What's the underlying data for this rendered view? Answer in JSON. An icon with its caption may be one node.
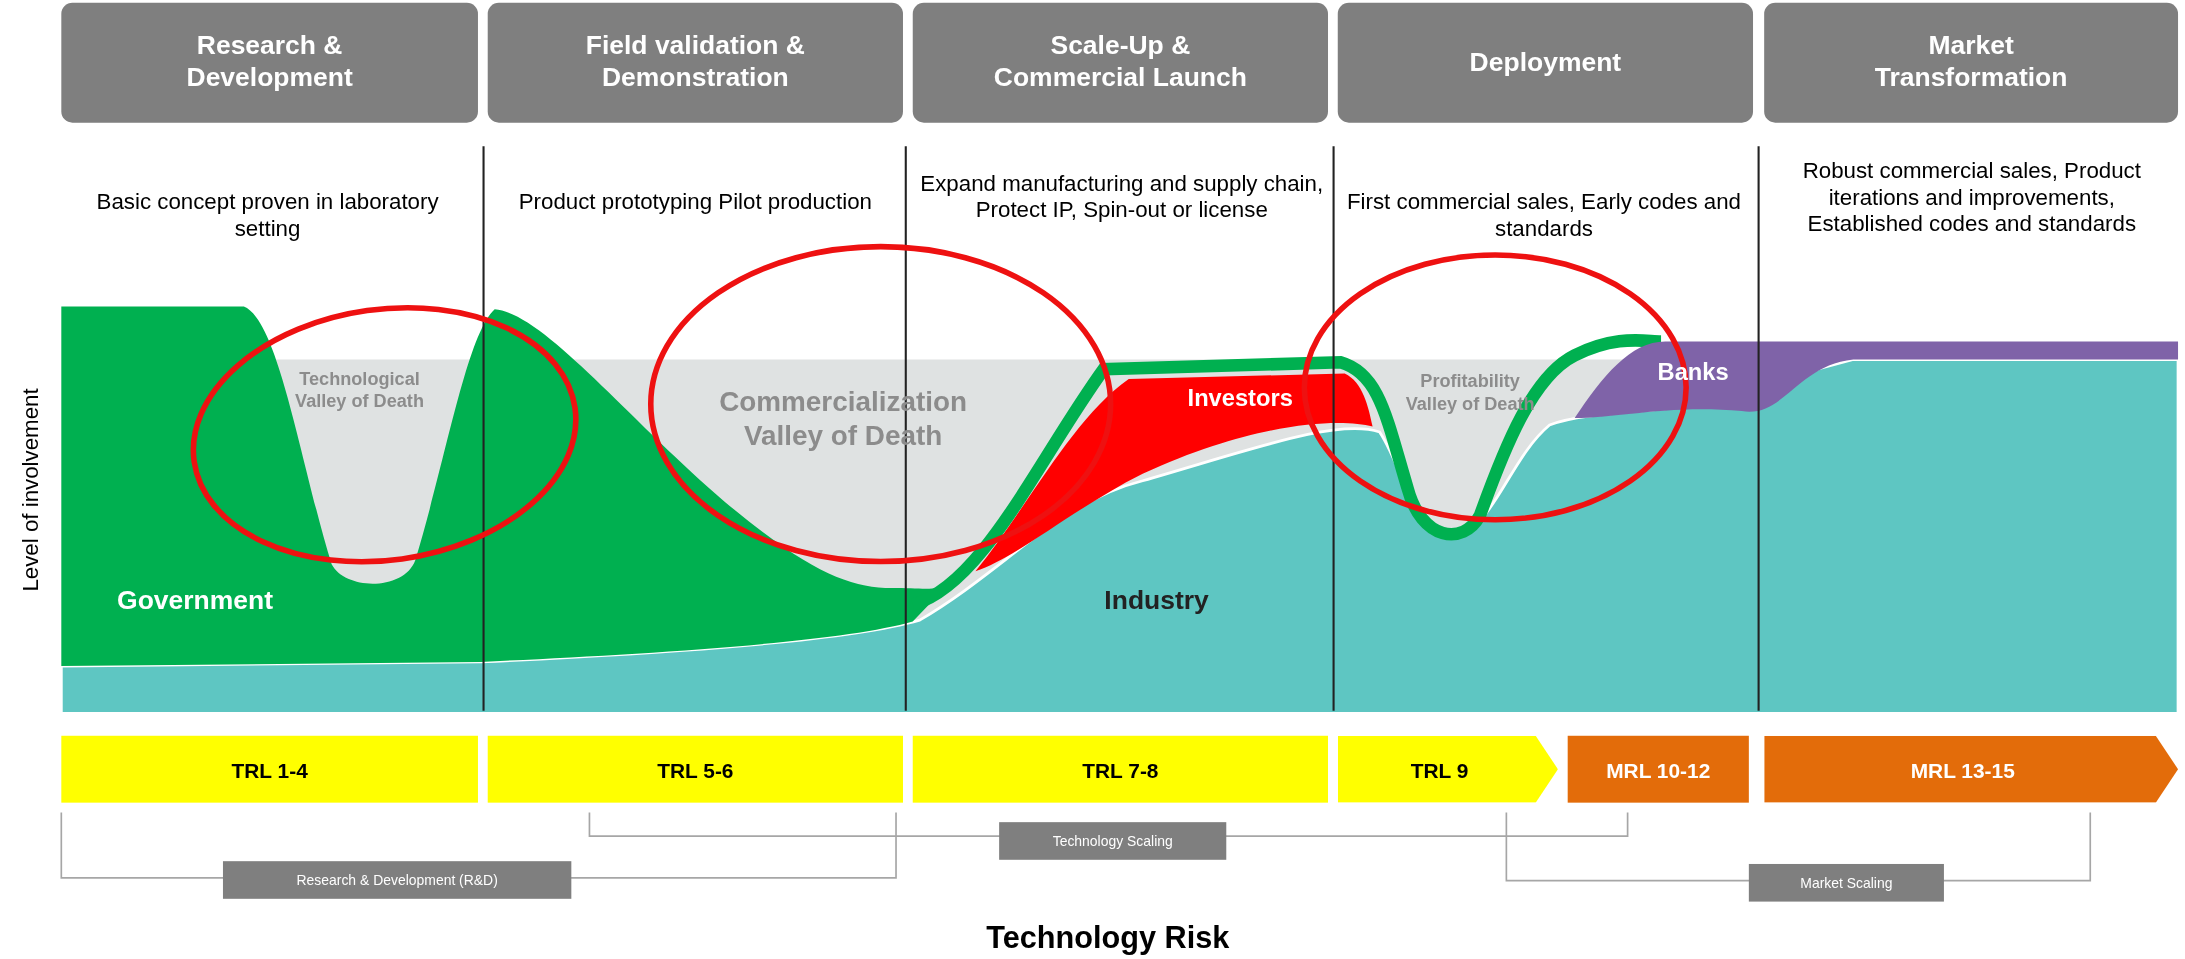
{
  "diagram": {
    "nodes": [
      {
        "text": [
          "Research & Development"
        ]
      },
      {
        "text": [
          "Field validation & Demonstration"
        ]
      },
      {
        "text": [
          "Scale-Up & Commercial Launch"
        ]
      },
      {
        "text": [
          "Deployment"
        ]
      },
      {
        "text": [
          "Market Transformation"
        ]
      },
      {
        "text": [
          "TRL 1-4"
        ]
      },
      {
        "text": [
          "TRL 5-6"
        ]
      },
      {
        "text": [
          "TRL 7-8"
        ]
      },
      {
        "text": [
          "TRL 9"
        ]
      },
      {
        "text": [
          "MRL 10-12"
        ]
      },
      {
        "text": [
          "MRL 13-15"
        ]
      },
      {
        "text": [
          "Technology Scaling"
        ]
      },
      {
        "text": [
          "Research & Development (R&D)"
        ]
      },
      {
        "text": [
          "Market Scaling"
        ]
      }
    ],
    "edges": [],
    "labels": [
      "Basic concept proven in laboratory setting",
      "Product prototyping Pilot production",
      "Expand manufacturing and supply chain, Protect IP, Spin-out or license",
      "First commercial sales, Early codes and standards",
      "Robust commercial sales, Product iterations and improvements, Established codes and standards",
      "Banks",
      "Investors",
      "Technological Valley of Death",
      "Profitability Valley of Death",
      "Commercialization Valley of Death",
      "Level of involvement",
      "Government",
      "Industry",
      "Technology Risk"
    ]
  }
}
